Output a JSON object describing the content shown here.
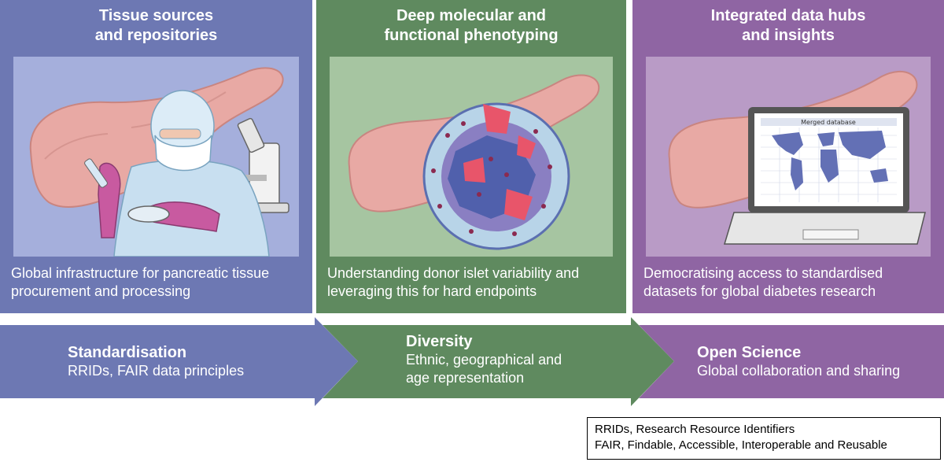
{
  "panels": [
    {
      "title_lines": [
        "Tissue sources",
        "and repositories"
      ],
      "description_lines": [
        "Global infrastructure for pancreatic tissue",
        "procurement and processing"
      ],
      "color": "#6d78b3"
    },
    {
      "title_lines": [
        "Deep molecular and",
        "functional phenotyping"
      ],
      "description_lines": [
        "Understanding donor islet variability and",
        "leveraging this for hard endpoints"
      ],
      "color": "#5f8a5f"
    },
    {
      "title_lines": [
        "Integrated data hubs",
        "and insights"
      ],
      "description_lines": [
        "Democratising access to standardised",
        "datasets for global diabetes research"
      ],
      "color": "#8f65a3",
      "laptop_screen_label": "Merged database"
    }
  ],
  "arrows": [
    {
      "heading": "Standardisation",
      "sub_lines": [
        "RRIDs, FAIR data principles"
      ],
      "color": "#6d78b3"
    },
    {
      "heading": "Diversity",
      "sub_lines": [
        "Ethnic, geographical and",
        "age representation"
      ],
      "color": "#5f8a5f"
    },
    {
      "heading": "Open Science",
      "sub_lines": [
        "Global collaboration and sharing"
      ],
      "color": "#8f65a3"
    }
  ],
  "legend": {
    "lines": [
      "RRIDs, Research Resource Identifiers",
      "FAIR, Findable, Accessible, Interoperable and Reusable"
    ]
  }
}
